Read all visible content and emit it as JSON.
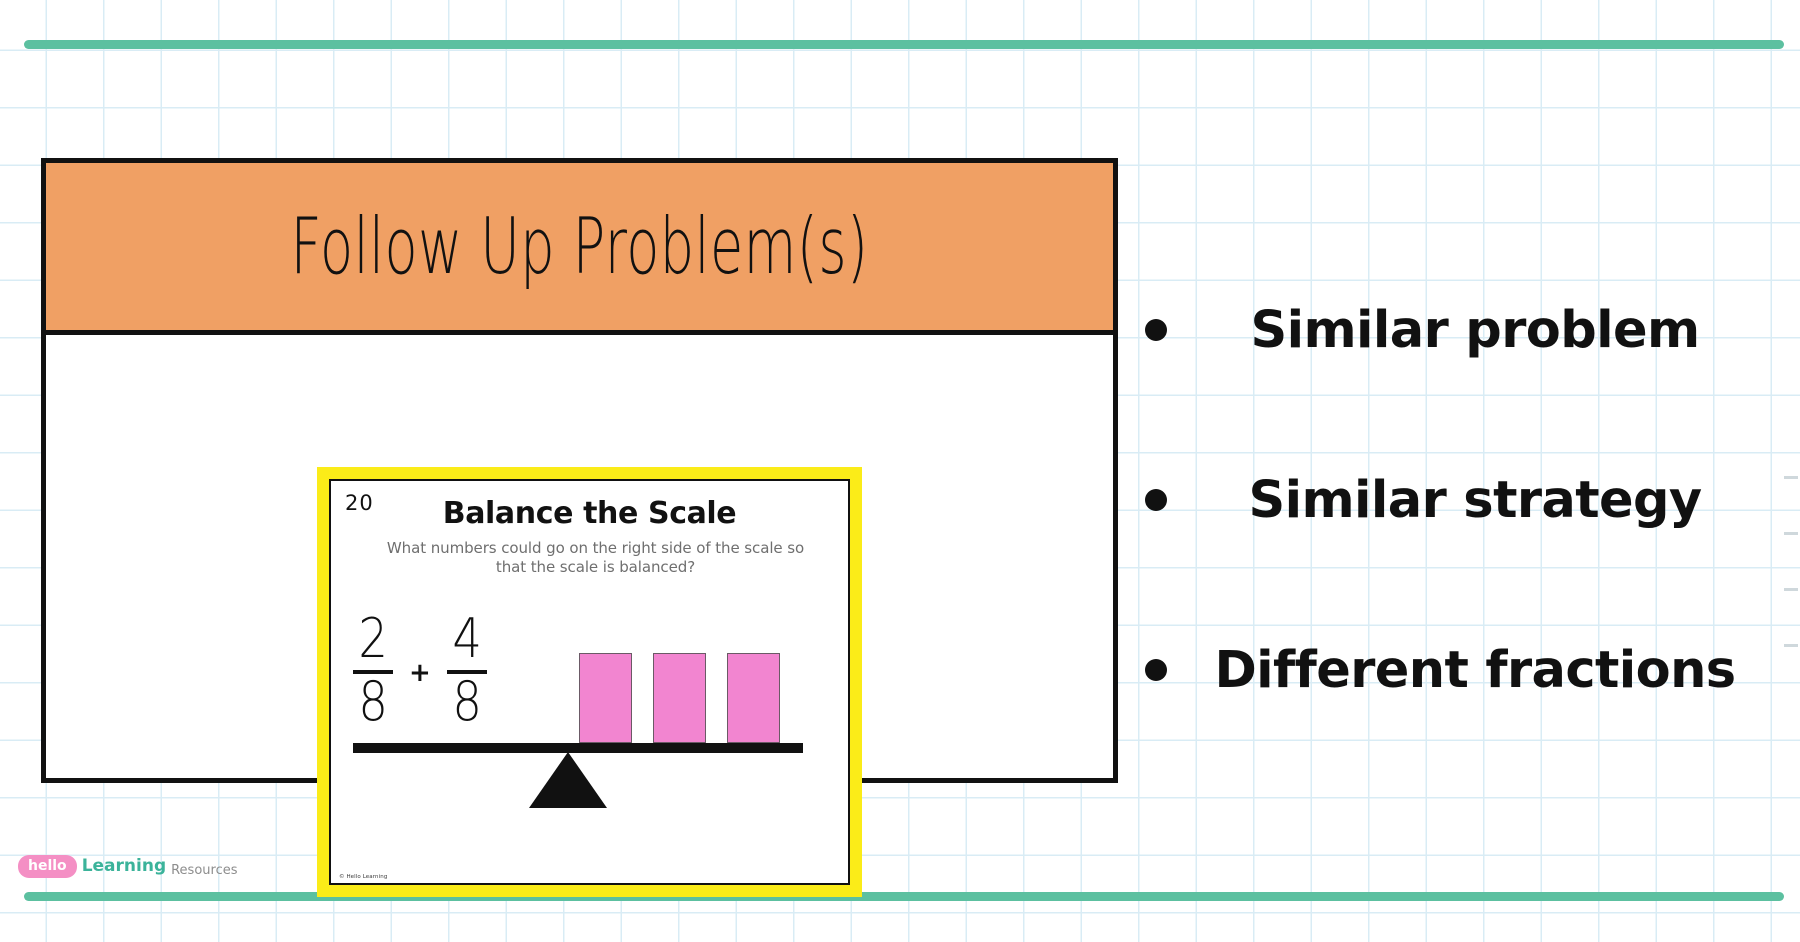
{
  "slide": {
    "title": "Follow Up Problem(s)",
    "header_color": "#f0a064",
    "border_color": "#111111"
  },
  "task_card": {
    "border_color": "#fbec18",
    "number": "20",
    "title": "Balance the Scale",
    "question": "What numbers could go on the right side of the scale so that the scale is balanced?",
    "credit": "© Hello Learning",
    "expression": {
      "left_fraction": {
        "numerator": "2",
        "denominator": "8"
      },
      "operator": "+",
      "right_fraction": {
        "numerator": "4",
        "denominator": "8"
      }
    },
    "blocks": {
      "count": 3,
      "color": "#f285d0",
      "border_color": "#6b5a66"
    },
    "scale": {
      "beam_color": "#111111",
      "fulcrum_color": "#111111"
    }
  },
  "bullets": [
    {
      "label": "Similar problem"
    },
    {
      "label": "Similar strategy"
    },
    {
      "label": "Different fractions"
    }
  ],
  "logo": {
    "pill_text": "hello",
    "learning_text": "Learning",
    "resources_text": "Resources",
    "pill_color": "#f48fc4",
    "learning_color": "#3bb39a"
  },
  "decor": {
    "rule_color": "#5cc0a0",
    "grid_color": "#d9ecf5"
  }
}
